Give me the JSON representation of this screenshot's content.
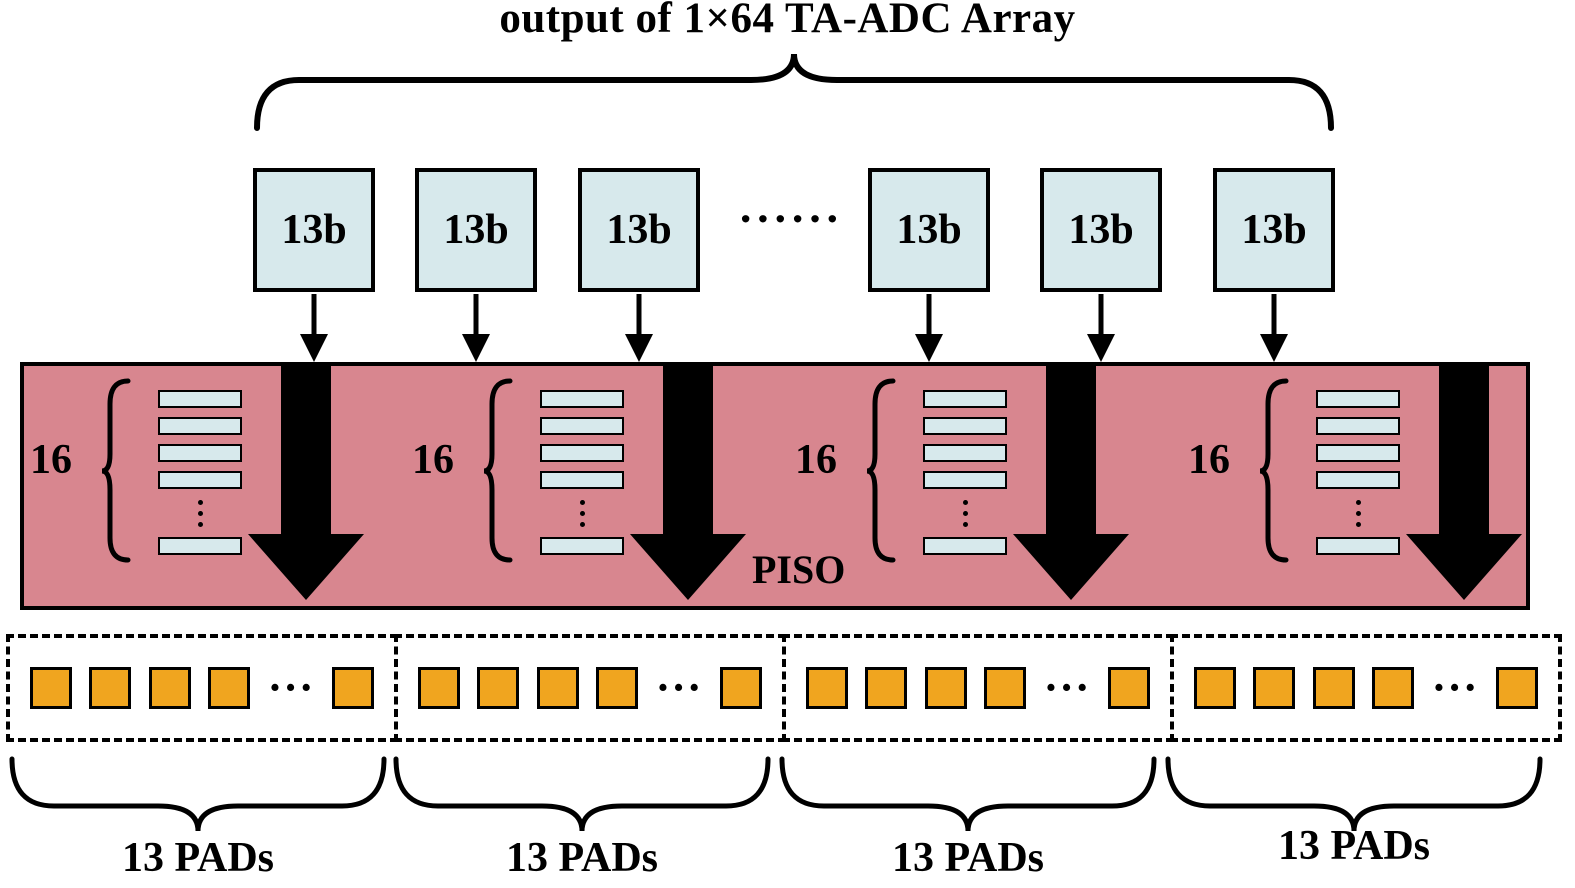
{
  "header": {
    "title": "output of 1×64 TA-ADC Array"
  },
  "adc": {
    "box_label": "13b",
    "boxes_visible": 6,
    "ellipsis": "······"
  },
  "piso": {
    "label": "PISO",
    "group_label": "16",
    "groups_visible": 4
  },
  "pads": {
    "ellipsis": "···",
    "sections_visible": 4,
    "squares_visible_per_section": 5,
    "labels": [
      "13 PADs",
      "13 PADs",
      "13 PADs",
      "13 PADs"
    ]
  },
  "colors": {
    "adc_box_fill": "#d7e9ec",
    "piso_fill": "#d8868f",
    "pad_fill": "#f0a51f",
    "outline": "#000000"
  }
}
